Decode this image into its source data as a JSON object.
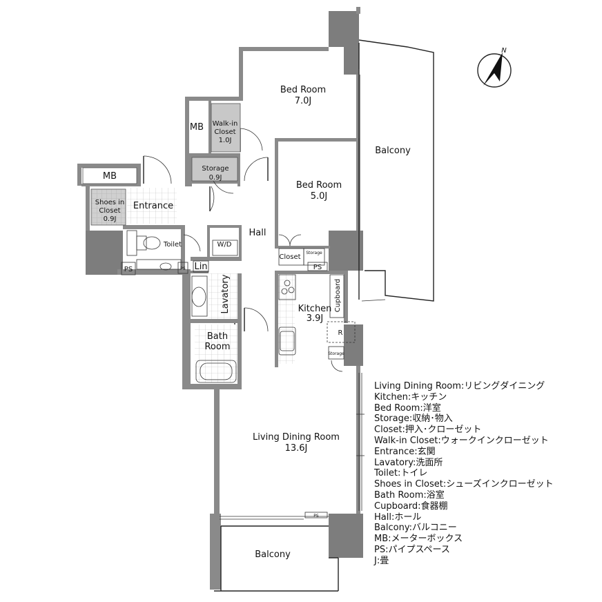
{
  "rooms": {
    "bedroom1": {
      "name": "Bed Room",
      "area": "7.0J"
    },
    "bedroom2": {
      "name": "Bed Room",
      "area": "5.0J"
    },
    "walkin": {
      "name1": "Walk-in",
      "name2": "Closet",
      "area": "1.0J"
    },
    "mb_top": {
      "name": "MB"
    },
    "mb_left": {
      "name": "MB"
    },
    "storage_hall": {
      "name": "Storage",
      "area": "0.9J"
    },
    "shoes": {
      "name1": "Shoes in",
      "name2": "Closet",
      "area": "0.9J"
    },
    "entrance": {
      "name": "Entrance"
    },
    "toilet": {
      "name": "Toilet"
    },
    "hall": {
      "name": "Hall"
    },
    "wd": {
      "name": "W/D"
    },
    "lin": {
      "name": "Lin"
    },
    "lavatory": {
      "name": "Lavatory"
    },
    "bath": {
      "name1": "Bath",
      "name2": "Room"
    },
    "closet": {
      "name": "Closet"
    },
    "storage_small": {
      "name": "Storage"
    },
    "storage_kitchen": {
      "name": "Storage"
    },
    "kitchen": {
      "name": "Kitchen",
      "area": "3.9J"
    },
    "cupboard": {
      "name": "Cupboard"
    },
    "fridge": {
      "name": "R"
    },
    "ldk": {
      "name": "Living Dining Room",
      "area": "13.6J"
    },
    "balcony_east": {
      "name": "Balcony"
    },
    "balcony_south": {
      "name": "Balcony"
    },
    "ps1": {
      "name": "PS"
    },
    "ps2": {
      "name": "PS"
    },
    "ps3": {
      "name": "PS"
    },
    "ps4": {
      "name": "PS"
    }
  },
  "compass": {
    "label": "N"
  },
  "legend": [
    "Living Dining Room:リビングダイニング",
    "Kitchen:キッチン",
    "Bed Room:洋室",
    "Storage:収納･物入",
    "Closet:押入･クローゼット",
    "Walk-in Closet:ウォークインクローゼット",
    "Entrance:玄関",
    "Lavatory:洗面所",
    "Toilet:トイレ",
    "Shoes in Closet:シューズインクローゼット",
    "Bath Room:浴室",
    "Cupboard:食器棚",
    "Hall:ホール",
    "Balcony:バルコニー",
    "MB:メーターボックス",
    "PS:パイプスペース",
    "J:畳"
  ]
}
